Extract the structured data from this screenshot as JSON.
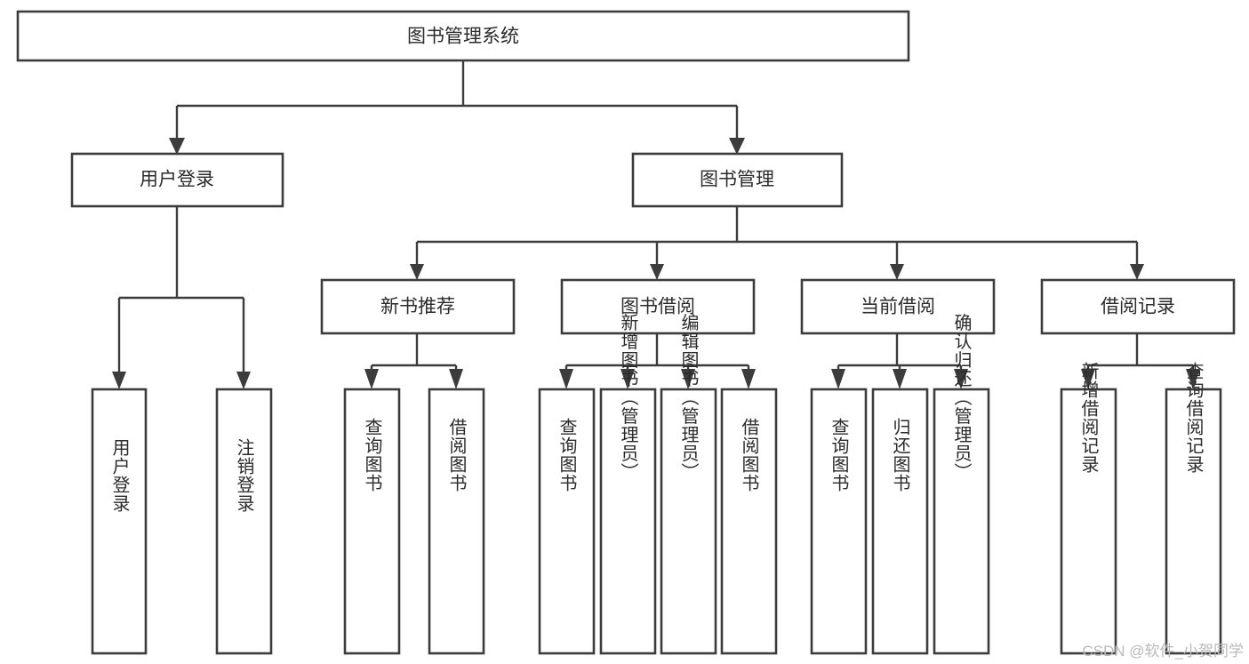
{
  "diagram": {
    "type": "tree",
    "title": "图书管理系统",
    "root": {
      "label": "图书管理系统"
    },
    "level1": [
      {
        "label": "用户登录"
      },
      {
        "label": "图书管理"
      }
    ],
    "level2": [
      {
        "label": "新书推荐"
      },
      {
        "label": "图书借阅"
      },
      {
        "label": "当前借阅"
      },
      {
        "label": "借阅记录"
      }
    ],
    "leaves_user_login": [
      {
        "label": "用户登录"
      },
      {
        "label": "注销登录"
      }
    ],
    "leaves_new_books": [
      {
        "label": "查询图书"
      },
      {
        "label": "借阅图书"
      }
    ],
    "leaves_borrow": [
      {
        "label": "查询图书"
      },
      {
        "label": "新增图书（管理员）"
      },
      {
        "label": "编辑图书（管理员）"
      },
      {
        "label": "借阅图书"
      }
    ],
    "leaves_current": [
      {
        "label": "查询图书"
      },
      {
        "label": "归还图书"
      },
      {
        "label": "确认归还（管理员）"
      }
    ],
    "leaves_records": [
      {
        "label": "新增借阅记录"
      },
      {
        "label": "查询借阅记录"
      }
    ]
  },
  "watermark": {
    "text": "CSDN @软件_小贺同学"
  },
  "colors": {
    "box_stroke": "#3c3c3c",
    "box_fill": "#ffffff",
    "text": "#2b2b2b",
    "watermark": "#b9b9b9",
    "background": "#ffffff"
  }
}
